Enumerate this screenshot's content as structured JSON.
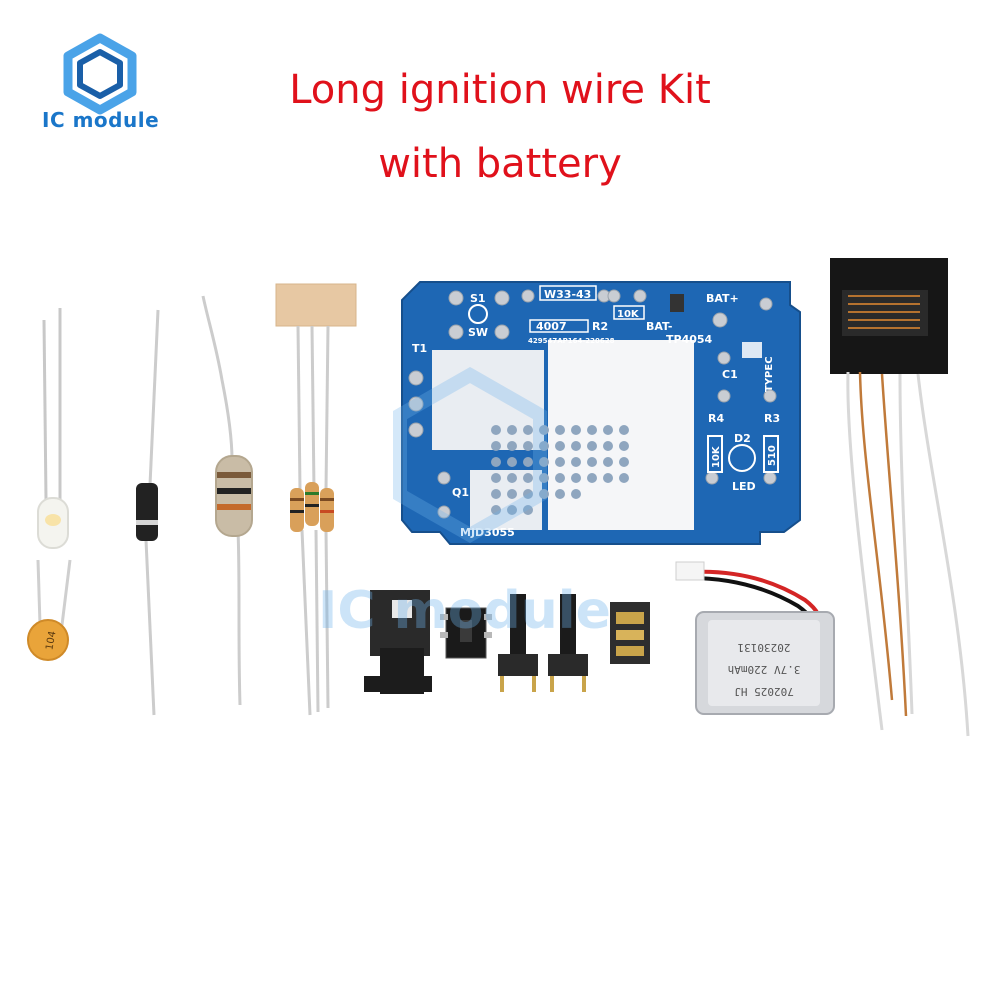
{
  "brand": {
    "logo_text": "IC module",
    "watermark_text": "IC module",
    "color": "#1a76c9"
  },
  "title": {
    "line1": "Long ignition wire Kit",
    "line2": "with battery",
    "color": "#e0111b"
  },
  "pcb": {
    "labels": {
      "s1": "S1",
      "sw": "SW",
      "w33": "W33-43",
      "bat_plus": "BAT+",
      "bat_minus": "BAT-",
      "d4007": "4007",
      "r2": "R2",
      "r10k_top": "10K",
      "serial": "429547AP164-220628",
      "tp4054": "TP4054",
      "t1": "T1",
      "c1": "C1",
      "typec": "TYPEC",
      "r4": "R4",
      "r3": "R3",
      "d2": "D2",
      "r10k_side": "10K",
      "r510": "510",
      "led": "LED",
      "q1": "Q1",
      "mjd3055": "MJD3055"
    }
  },
  "components": {
    "capacitor_code": "104",
    "battery_line1": "702025 HJ",
    "battery_line2": "3.7V 220mAh",
    "battery_line3": "20230131"
  },
  "icons": [
    "hexagon-logo-icon"
  ]
}
